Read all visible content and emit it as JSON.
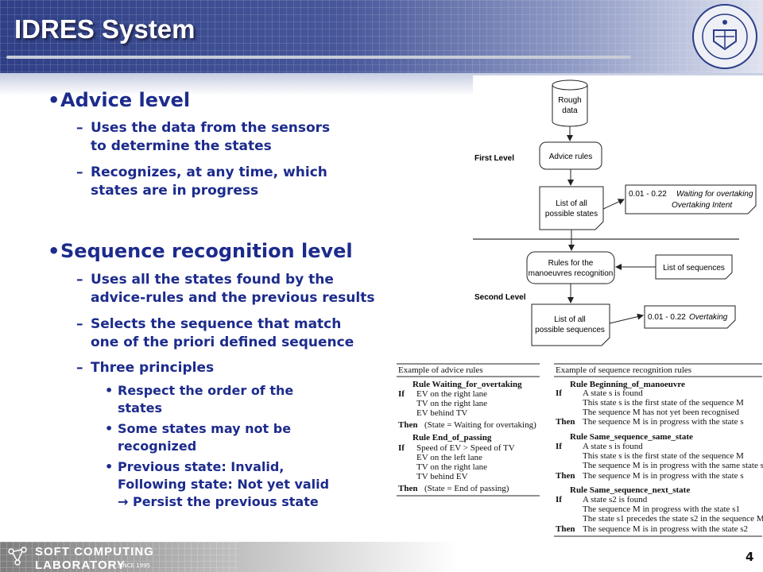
{
  "slide": {
    "title": "IDRES System",
    "page_number": "4"
  },
  "content": {
    "sections": [
      {
        "heading": "Advice level",
        "items": [
          {
            "line1": "Uses the data from the sensors",
            "line2": "to determine the states"
          },
          {
            "line1": "Recognizes, at any time, which",
            "line2": "states are in progress"
          }
        ]
      },
      {
        "heading": "Sequence recognition level",
        "items": [
          {
            "line1": "Uses all the states found by the",
            "line2": "advice-rules and the previous results"
          },
          {
            "line1": "Selects the sequence that match",
            "line2": "one of the priori defined sequence"
          },
          {
            "line1": "Three principles"
          }
        ],
        "principles": [
          {
            "line1": "Respect the order of the",
            "line2": "states"
          },
          {
            "line1": "Some states may not be",
            "line2": "recognized"
          },
          {
            "line1": "Previous state: Invalid,",
            "line2": "Following state: Not yet valid",
            "line3": "→ Persist the previous state"
          }
        ]
      }
    ]
  },
  "flowchart": {
    "rough_data_1": "Rough",
    "rough_data_2": "data",
    "first_level": "First Level",
    "advice_rules": "Advice rules",
    "list_states_1": "List of all",
    "list_states_2": "possible states",
    "note1_a": "0.01 - 0.22",
    "note1_b": "Waiting for overtaking",
    "note1_c": "Overtaking Intent",
    "rules_manoeuvres_1": "Rules for the",
    "rules_manoeuvres_2": "manoeuvres recognition",
    "list_sequences": "List of sequences",
    "second_level": "Second Level",
    "list_seq_1": "List of all",
    "list_seq_2": "possible sequences",
    "note2_a": "0.01 - 0.22",
    "note2_b": "Overtaking"
  },
  "advice_rules_table": {
    "title": "Example of advice rules",
    "r1_name": "Rule Waiting_for_overtaking",
    "r1_if": "If",
    "r1_c1": "EV on the right lane",
    "r1_c2": "TV on the right lane",
    "r1_c3": "EV behind TV",
    "r1_then": "Then",
    "r1_t": "(State = Waiting for overtaking)",
    "r2_name": "Rule End_of_passing",
    "r2_if": "If",
    "r2_c1": "Speed of EV > Speed of TV",
    "r2_c2": "EV on the left lane",
    "r2_c3": "TV on the right lane",
    "r2_c4": "TV behind EV",
    "r2_then": "Then",
    "r2_t": "(State = End of passing)"
  },
  "sequence_rules_table": {
    "title": "Example of sequence recognition rules",
    "r1_name": "Rule Beginning_of_manoeuvre",
    "r1_if": "If",
    "r1_c1": "A state s is found",
    "r1_c2": "This state s is the first state of the sequence M",
    "r1_c3": "The sequence M has not yet been recognised",
    "r1_then": "Then",
    "r1_t": "The sequence M is in progress with the state s",
    "r2_name": "Rule Same_sequence_same_state",
    "r2_if": "If",
    "r2_c1": "A state s is found",
    "r2_c2": "This state s is the first state of the sequence M",
    "r2_c3": "The sequence M is in progress with the same state s",
    "r2_then": "Then",
    "r2_t": "The sequence M is in progress with the state s",
    "r3_name": "Rule Same_sequence_next_state",
    "r3_if": "If",
    "r3_c1": "A state s2 is found",
    "r3_c2": "The sequence M in progress with the state s1",
    "r3_c3": "The state s1 precedes the state s2 in the sequence M",
    "r3_then": "Then",
    "r3_t": "The sequence M is in progress with the state s2"
  },
  "footer": {
    "lab_line1": "SOFT COMPUTING",
    "lab_line2": "LABORATORY",
    "since": "SINCE 1995"
  },
  "colors": {
    "header_dark": "#2e3f86",
    "text_blue": "#1c2b8c"
  },
  "icons": [
    "university-seal-icon",
    "lab-logo-icon"
  ]
}
